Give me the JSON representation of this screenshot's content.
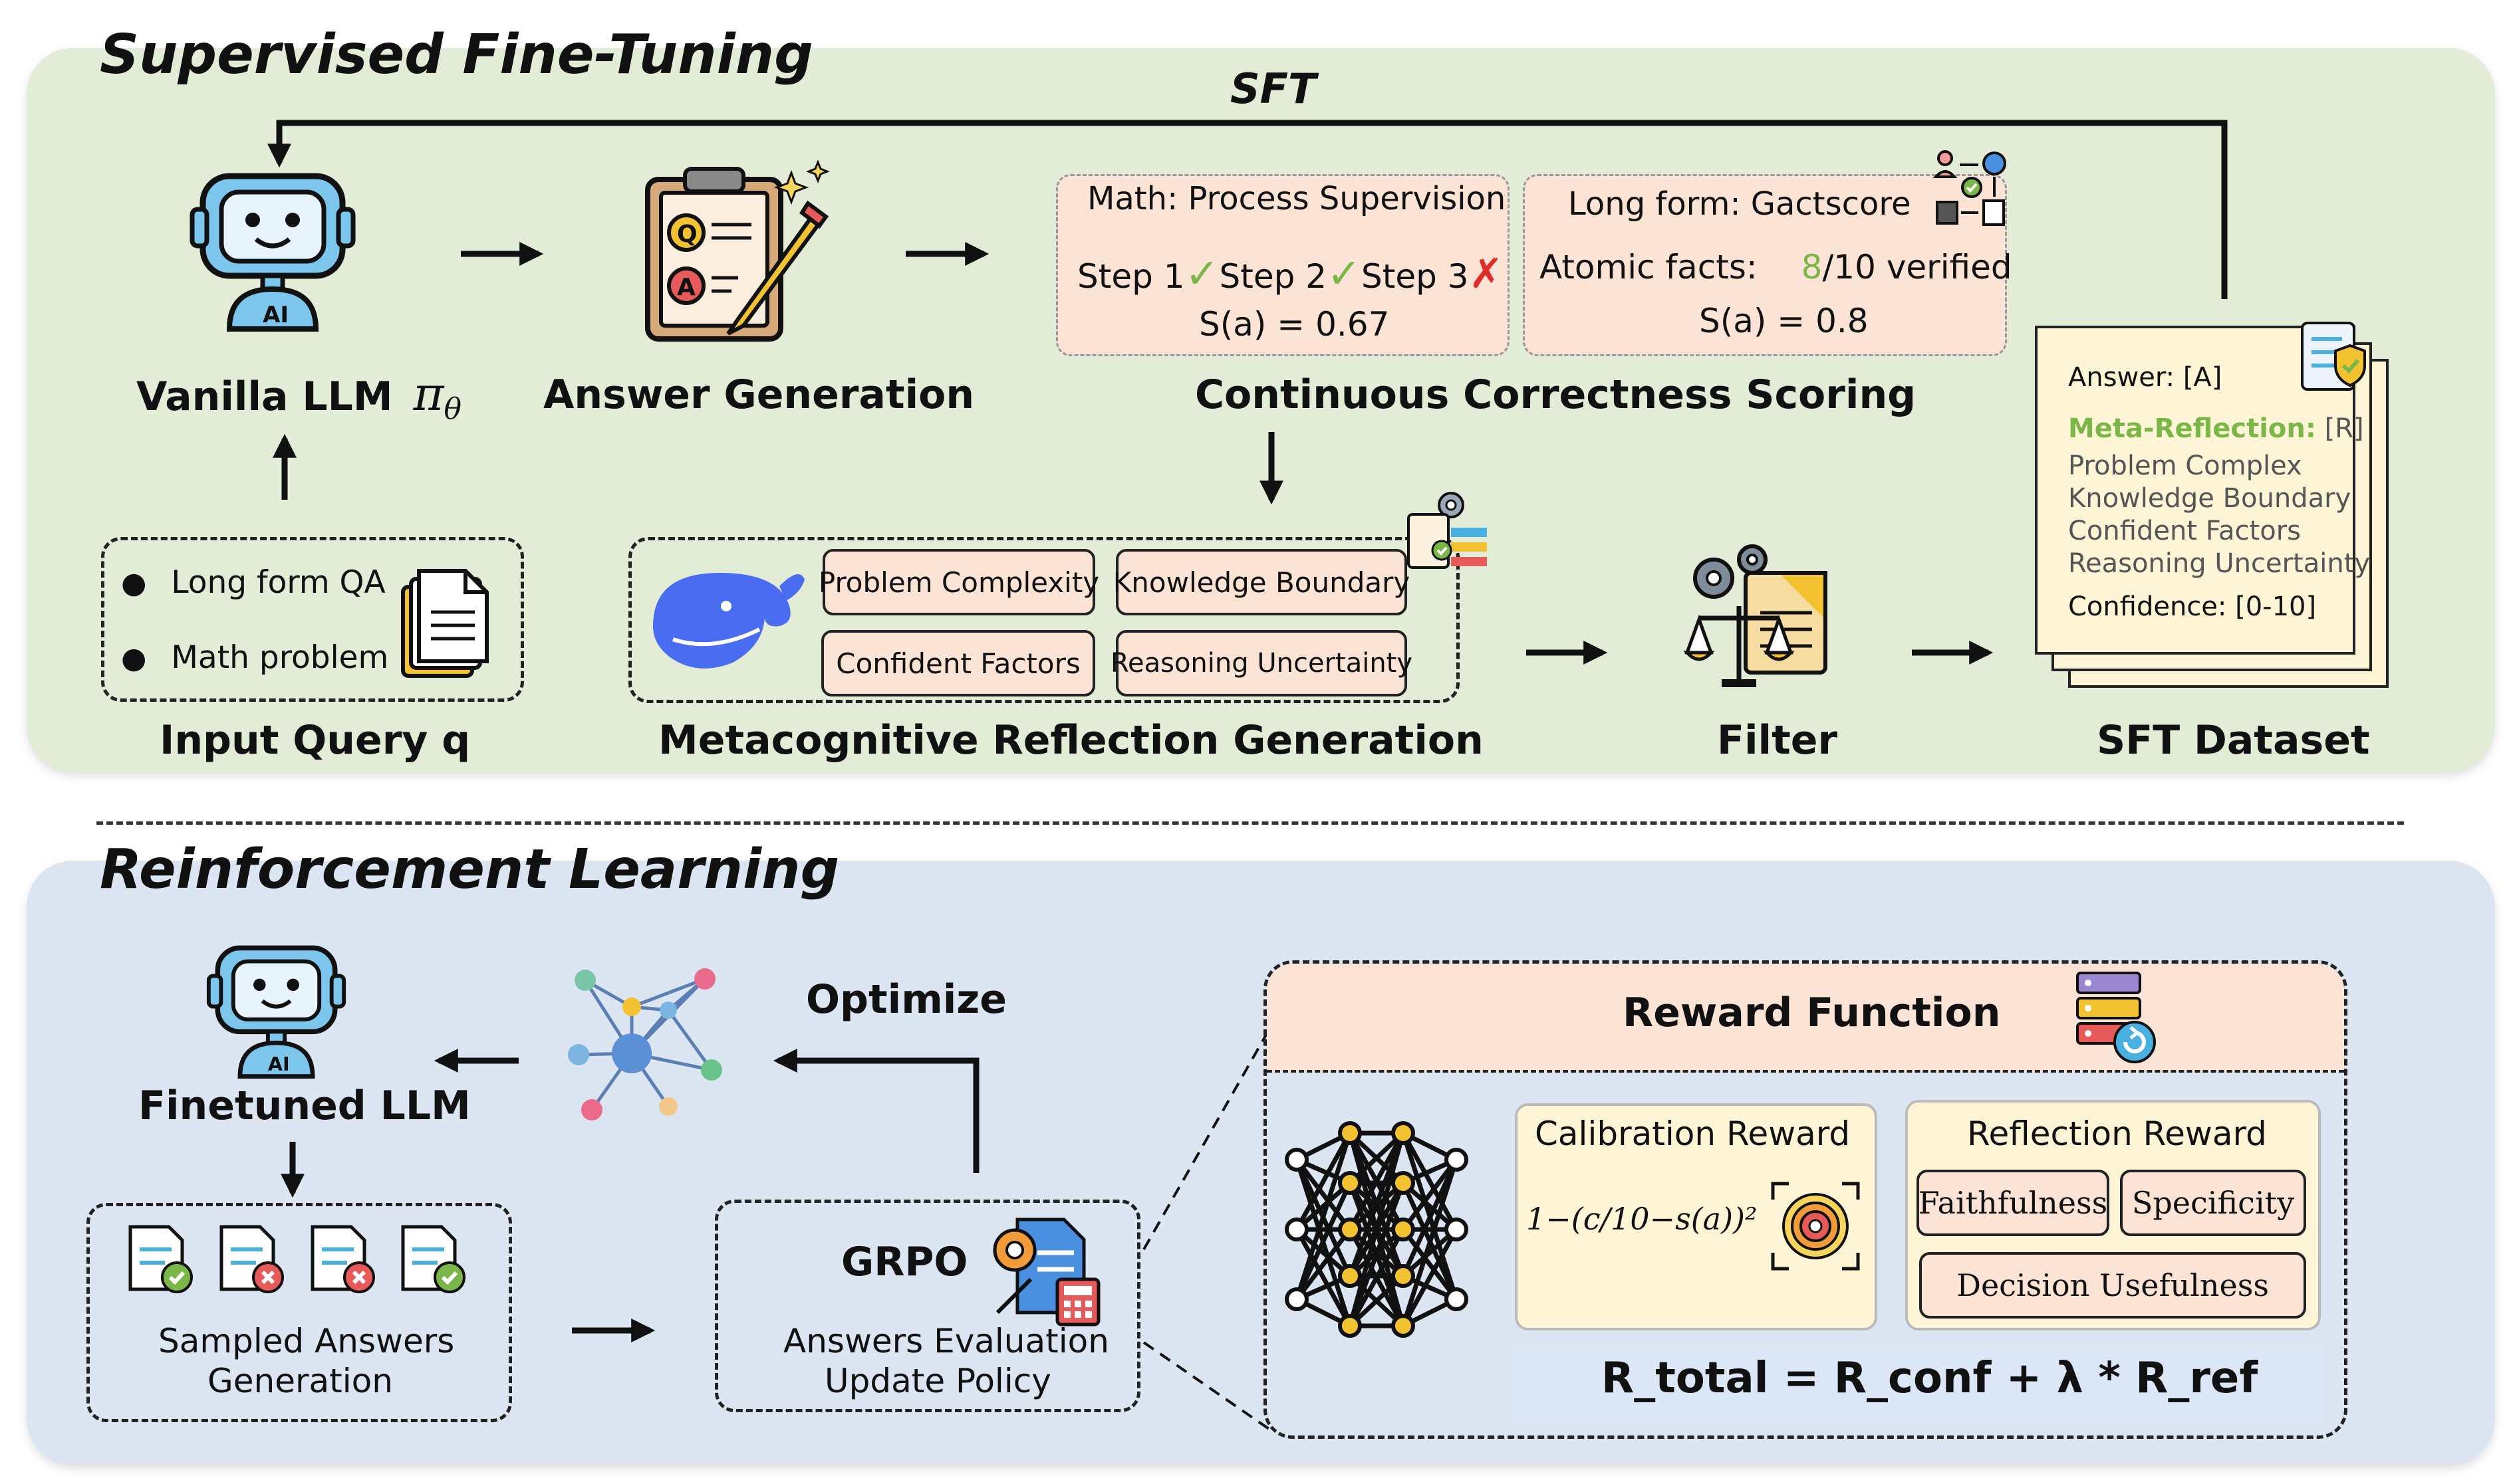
{
  "colors": {
    "sft_bg": "#e2ecd6",
    "rl_bg": "#dbe6f2",
    "peach": "#fbe3d6",
    "cream": "#fdf5d6",
    "green_accent": "#7ab648",
    "red_accent": "#e02b2b",
    "whale_blue": "#4a6cf0"
  },
  "sft": {
    "title": "Supervised Fine-Tuning",
    "loop_label": "SFT",
    "vanilla_label": "Vanilla LLM",
    "vanilla_math": "π",
    "vanilla_sub": "θ",
    "answer_gen_label": "Answer Generation",
    "scoring_label": "Continuous Correctness Scoring",
    "math_box": {
      "title": "Math: Process Supervision",
      "step1": "Step 1",
      "step2": "Step 2",
      "step3": "Step 3",
      "check": "✓",
      "cross": "✗",
      "score": "S(a) = 0.67"
    },
    "long_box": {
      "title": "Long form: Gactscore",
      "facts_label": "Atomic facts:",
      "facts_num": "8",
      "facts_rest": "/10 verified",
      "score": "S(a) = 0.8"
    },
    "input": {
      "items": [
        "Long form QA",
        "Math problem"
      ],
      "label": "Input Query q"
    },
    "reflection": {
      "chips": [
        "Problem Complexity",
        "Knowledge Boundary",
        "Confident Factors",
        "Reasoning Uncertainty"
      ],
      "label": "Metacognitive Reflection Generation"
    },
    "filter_label": "Filter",
    "dataset": {
      "answer": "Answer:  [A]",
      "meta_label": "Meta-Reflection:",
      "meta_value": " [R]",
      "lines": [
        "Problem Complex",
        "Knowledge Boundary",
        "Confident Factors",
        "Reasoning Uncertainty"
      ],
      "confidence": "Confidence: [0-10]",
      "label": "SFT Dataset"
    }
  },
  "rl": {
    "title": "Reinforcement Learning",
    "finetuned_label": "Finetuned LLM",
    "optimize_label": "Optimize",
    "sampled": [
      "Sampled Answers",
      "Generation"
    ],
    "grpo": {
      "title": "GRPO",
      "lines": [
        "Answers Evaluation",
        "Update Policy"
      ]
    },
    "reward": {
      "title": "Reward Function",
      "calibration_title": "Calibration Reward",
      "calibration_formula": "1−(c/10−s(a))²",
      "reflection_title": "Reflection Reward",
      "chips": [
        "Faithfulness",
        "Specificity",
        "Decision Usefulness"
      ],
      "total": "R_total  =  R_conf  +  λ  *  R_ref"
    }
  },
  "icons": {
    "robot": "robot-icon",
    "robot_badge": "AI",
    "clipboard_q": "Q",
    "clipboard_a": "A"
  }
}
